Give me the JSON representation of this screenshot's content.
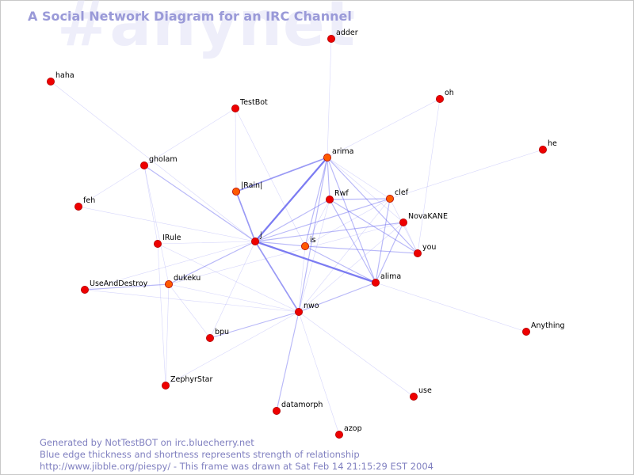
{
  "channel_watermark": "#anynet",
  "title": "A Social Network Diagram for an IRC Channel",
  "footer": {
    "line1": "Generated by NotTestBOT on irc.bluecherry.net",
    "line2": "Blue edge thickness and shortness represents strength of relationship",
    "line3": "http://www.jibble.org/piespy/ - This frame was drawn at Sat Feb 14 21:15:29 EST 2004"
  },
  "colors": {
    "edge": "#6a6af0",
    "node_red": "#ee0000",
    "node_orange": "#ff5a00",
    "node_outline": "#b00000",
    "title": "#9a9ad8",
    "watermark": "#eeeefa",
    "footer": "#8080c0"
  },
  "graph": {
    "nodes": [
      {
        "id": "adder",
        "label": "adder",
        "color": "red"
      },
      {
        "id": "haha",
        "label": "haha",
        "color": "red"
      },
      {
        "id": "oh",
        "label": "oh",
        "color": "red"
      },
      {
        "id": "TestBot",
        "label": "TestBot",
        "color": "red"
      },
      {
        "id": "he",
        "label": "he",
        "color": "red"
      },
      {
        "id": "arima",
        "label": "arima",
        "color": "orange"
      },
      {
        "id": "gholam",
        "label": "gholam",
        "color": "red"
      },
      {
        "id": "Rain",
        "label": "|Rain|",
        "color": "orange"
      },
      {
        "id": "clef",
        "label": "clef",
        "color": "orange"
      },
      {
        "id": "Rwf",
        "label": "Rwf",
        "color": "red"
      },
      {
        "id": "feh",
        "label": "feh",
        "color": "red"
      },
      {
        "id": "NovaKANE",
        "label": "NovaKANE",
        "color": "red"
      },
      {
        "id": "j",
        "label": "j",
        "color": "red"
      },
      {
        "id": "is",
        "label": "is",
        "color": "orange"
      },
      {
        "id": "IRule",
        "label": "IRule",
        "color": "red"
      },
      {
        "id": "you",
        "label": "you",
        "color": "red"
      },
      {
        "id": "alima",
        "label": "alima",
        "color": "red"
      },
      {
        "id": "dukeku",
        "label": "dukeku",
        "color": "orange"
      },
      {
        "id": "UseAndDestroy",
        "label": "UseAndDestroy",
        "color": "red"
      },
      {
        "id": "nwo",
        "label": "nwo",
        "color": "red"
      },
      {
        "id": "Anything",
        "label": "Anything",
        "color": "red"
      },
      {
        "id": "bpu",
        "label": "bpu",
        "color": "red"
      },
      {
        "id": "ZephyrStar",
        "label": "ZephyrStar",
        "color": "red"
      },
      {
        "id": "use",
        "label": "use",
        "color": "red"
      },
      {
        "id": "datamorph",
        "label": "datamorph",
        "color": "red"
      },
      {
        "id": "azop",
        "label": "azop",
        "color": "red"
      }
    ],
    "edges": [
      {
        "from": "haha",
        "to": "j",
        "weight": 1
      },
      {
        "from": "adder",
        "to": "arima",
        "weight": 1
      },
      {
        "from": "oh",
        "to": "arima",
        "weight": 1
      },
      {
        "from": "oh",
        "to": "you",
        "weight": 1
      },
      {
        "from": "he",
        "to": "clef",
        "weight": 1
      },
      {
        "from": "TestBot",
        "to": "gholam",
        "weight": 1
      },
      {
        "from": "TestBot",
        "to": "Rain",
        "weight": 1
      },
      {
        "from": "TestBot",
        "to": "is",
        "weight": 1
      },
      {
        "from": "gholam",
        "to": "j",
        "weight": 2
      },
      {
        "from": "gholam",
        "to": "dukeku",
        "weight": 1
      },
      {
        "from": "gholam",
        "to": "feh",
        "weight": 1
      },
      {
        "from": "gholam",
        "to": "IRule",
        "weight": 1
      },
      {
        "from": "Rain",
        "to": "arima",
        "weight": 3
      },
      {
        "from": "Rain",
        "to": "j",
        "weight": 3
      },
      {
        "from": "arima",
        "to": "j",
        "weight": 4
      },
      {
        "from": "arima",
        "to": "Rwf",
        "weight": 2
      },
      {
        "from": "arima",
        "to": "is",
        "weight": 2
      },
      {
        "from": "arima",
        "to": "alima",
        "weight": 2
      },
      {
        "from": "arima",
        "to": "you",
        "weight": 2
      },
      {
        "from": "arima",
        "to": "NovaKANE",
        "weight": 1
      },
      {
        "from": "arima",
        "to": "clef",
        "weight": 1
      },
      {
        "from": "arima",
        "to": "nwo",
        "weight": 2
      },
      {
        "from": "Rwf",
        "to": "j",
        "weight": 2
      },
      {
        "from": "Rwf",
        "to": "alima",
        "weight": 2
      },
      {
        "from": "Rwf",
        "to": "you",
        "weight": 2
      },
      {
        "from": "Rwf",
        "to": "clef",
        "weight": 2
      },
      {
        "from": "Rwf",
        "to": "is",
        "weight": 1
      },
      {
        "from": "Rwf",
        "to": "nwo",
        "weight": 1
      },
      {
        "from": "clef",
        "to": "j",
        "weight": 2
      },
      {
        "from": "clef",
        "to": "alima",
        "weight": 2
      },
      {
        "from": "clef",
        "to": "you",
        "weight": 1
      },
      {
        "from": "clef",
        "to": "nwo",
        "weight": 1
      },
      {
        "from": "clef",
        "to": "is",
        "weight": 1
      },
      {
        "from": "NovaKANE",
        "to": "j",
        "weight": 2
      },
      {
        "from": "NovaKANE",
        "to": "alima",
        "weight": 2
      },
      {
        "from": "NovaKANE",
        "to": "you",
        "weight": 1
      },
      {
        "from": "NovaKANE",
        "to": "nwo",
        "weight": 1
      },
      {
        "from": "NovaKANE",
        "to": "dukeku",
        "weight": 1
      },
      {
        "from": "j",
        "to": "alima",
        "weight": 4
      },
      {
        "from": "j",
        "to": "nwo",
        "weight": 3
      },
      {
        "from": "j",
        "to": "dukeku",
        "weight": 2
      },
      {
        "from": "j",
        "to": "is",
        "weight": 2
      },
      {
        "from": "j",
        "to": "IRule",
        "weight": 1
      },
      {
        "from": "j",
        "to": "feh",
        "weight": 1
      },
      {
        "from": "j",
        "to": "bpu",
        "weight": 1
      },
      {
        "from": "j",
        "to": "UseAndDestroy",
        "weight": 1
      },
      {
        "from": "is",
        "to": "you",
        "weight": 2
      },
      {
        "from": "is",
        "to": "alima",
        "weight": 2
      },
      {
        "from": "is",
        "to": "nwo",
        "weight": 1
      },
      {
        "from": "alima",
        "to": "nwo",
        "weight": 2
      },
      {
        "from": "alima",
        "to": "Anything",
        "weight": 1
      },
      {
        "from": "dukeku",
        "to": "UseAndDestroy",
        "weight": 2
      },
      {
        "from": "dukeku",
        "to": "bpu",
        "weight": 1
      },
      {
        "from": "dukeku",
        "to": "ZephyrStar",
        "weight": 1
      },
      {
        "from": "dukeku",
        "to": "nwo",
        "weight": 1
      },
      {
        "from": "IRule",
        "to": "nwo",
        "weight": 1
      },
      {
        "from": "IRule",
        "to": "ZephyrStar",
        "weight": 1
      },
      {
        "from": "nwo",
        "to": "bpu",
        "weight": 2
      },
      {
        "from": "nwo",
        "to": "ZephyrStar",
        "weight": 1
      },
      {
        "from": "nwo",
        "to": "datamorph",
        "weight": 2
      },
      {
        "from": "nwo",
        "to": "use",
        "weight": 1
      },
      {
        "from": "nwo",
        "to": "azop",
        "weight": 1
      },
      {
        "from": "nwo",
        "to": "UseAndDestroy",
        "weight": 1
      }
    ]
  }
}
